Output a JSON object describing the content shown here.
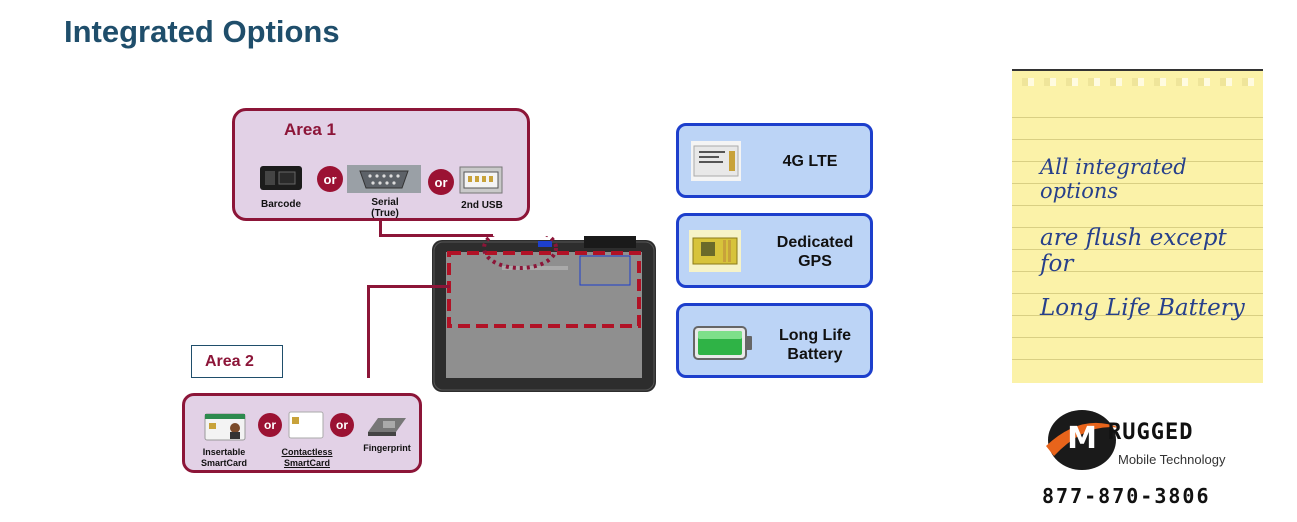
{
  "page": {
    "title": "Integrated Options"
  },
  "area1": {
    "title": "Area 1",
    "or_label": "or",
    "items": [
      "Barcode",
      "Serial",
      "(True)",
      "2nd USB"
    ]
  },
  "area2": {
    "title": "Area 2",
    "or_label": "or",
    "items": [
      "Insertable",
      "SmartCard",
      "Contactless",
      "SmartCard",
      "Fingerprint"
    ]
  },
  "options": [
    {
      "line1": "4G LTE",
      "line2": ""
    },
    {
      "line1": "Dedicated",
      "line2": "GPS"
    },
    {
      "line1": "Long Life",
      "line2": "Battery"
    }
  ],
  "note": {
    "lines": [
      "All integrated options",
      "are flush except for",
      "Long Life Battery"
    ]
  },
  "logo": {
    "brand": "RUGGED",
    "tagline": "Mobile Technology",
    "phone": "877-870-3806"
  },
  "colors": {
    "title": "#1f4e6b",
    "maroon": "#8c1538",
    "area_fill": "#e2d1e6",
    "option_fill": "#bcd4f6",
    "option_border": "#1d3fcc",
    "note_fill": "#fbf2a8",
    "note_text": "#27408b",
    "logo_orange": "#e8641b"
  }
}
